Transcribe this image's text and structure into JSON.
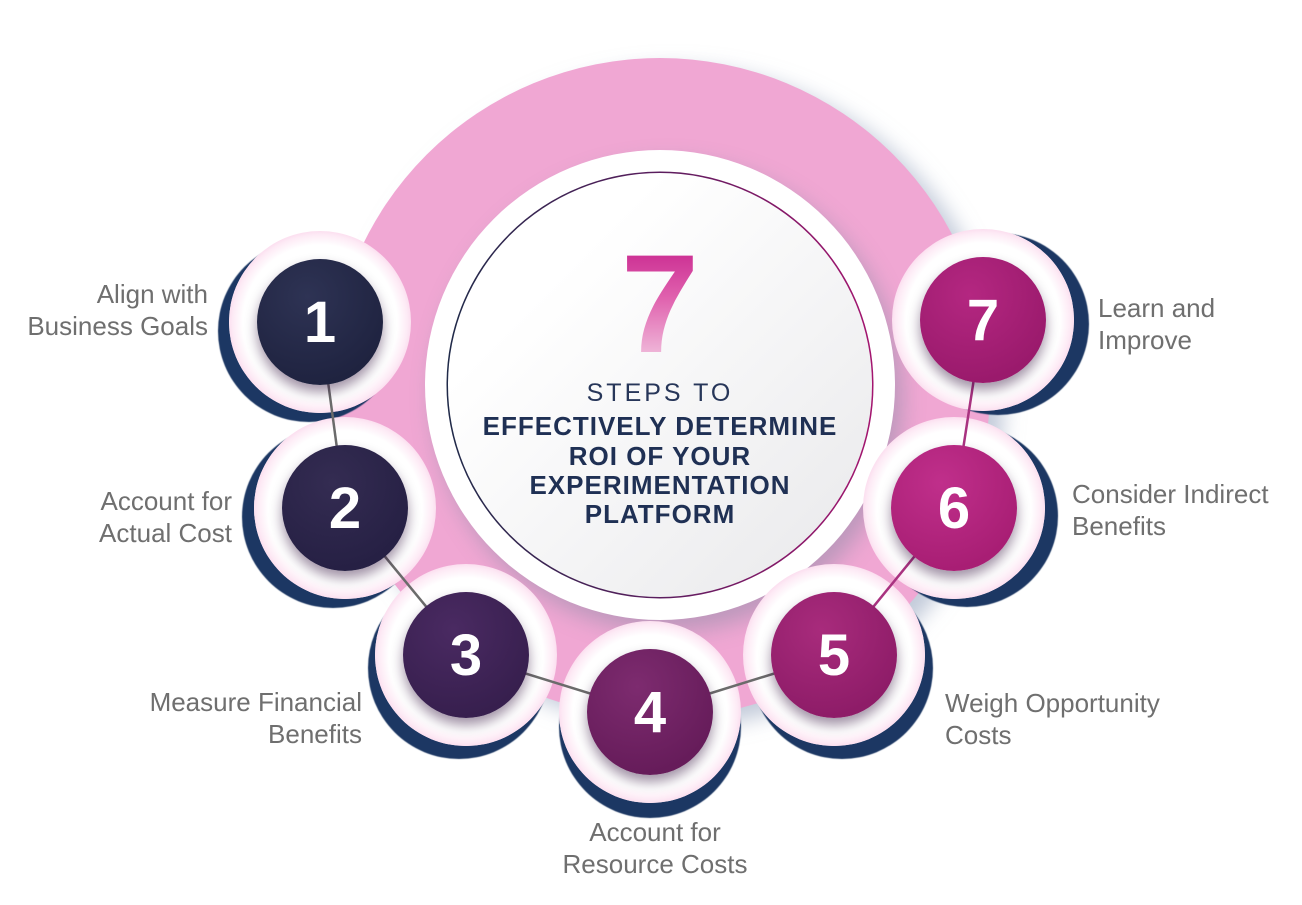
{
  "title": "7 Steps to Effectively Determine ROI of Your Experimentation Platform",
  "center": {
    "big_number": "7",
    "subtitle": "STEPS TO",
    "title_lines": [
      "EFFECTIVELY DETERMINE",
      "ROI OF YOUR",
      "EXPERIMENTATION",
      "PLATFORM"
    ]
  },
  "steps": [
    {
      "number": "1",
      "label_lines": [
        "Align with",
        "Business Goals"
      ],
      "color_light": "#2e3354",
      "color": "#1f2340"
    },
    {
      "number": "2",
      "label_lines": [
        "Account for",
        "Actual Cost"
      ],
      "color_light": "#342c52",
      "color": "#262044"
    },
    {
      "number": "3",
      "label_lines": [
        "Measure Financial",
        "Benefits"
      ],
      "color_light": "#4a2a62",
      "color": "#371f4e"
    },
    {
      "number": "4",
      "label_lines": [
        "Account for",
        "Resource Costs"
      ],
      "color_light": "#7d2b6f",
      "color": "#661c5a"
    },
    {
      "number": "5",
      "label_lines": [
        "Weigh Opportunity",
        "Costs"
      ],
      "color_light": "#a82b7c",
      "color": "#8e1c68"
    },
    {
      "number": "6",
      "label_lines": [
        "Consider Indirect",
        "Benefits"
      ],
      "color_light": "#c02f8b",
      "color": "#a81e74"
    },
    {
      "number": "7",
      "label_lines": [
        "Learn and",
        "Improve"
      ],
      "color_light": "#b42781",
      "color": "#9a1a6c"
    }
  ],
  "colors": {
    "big_circle_pink": "#f0a7d3",
    "node_shadow_navy": "#1c3763",
    "label_gray": "#6f6f6f",
    "navy_text": "#1f3054",
    "subtitle_navy": "#273659",
    "ring_gradient_left": "#202a49",
    "ring_gradient_mid": "#5b1d5e",
    "ring_gradient_right": "#a3156f",
    "connector_gray": "#6b6b6b",
    "connector_magenta": "#a93280"
  }
}
